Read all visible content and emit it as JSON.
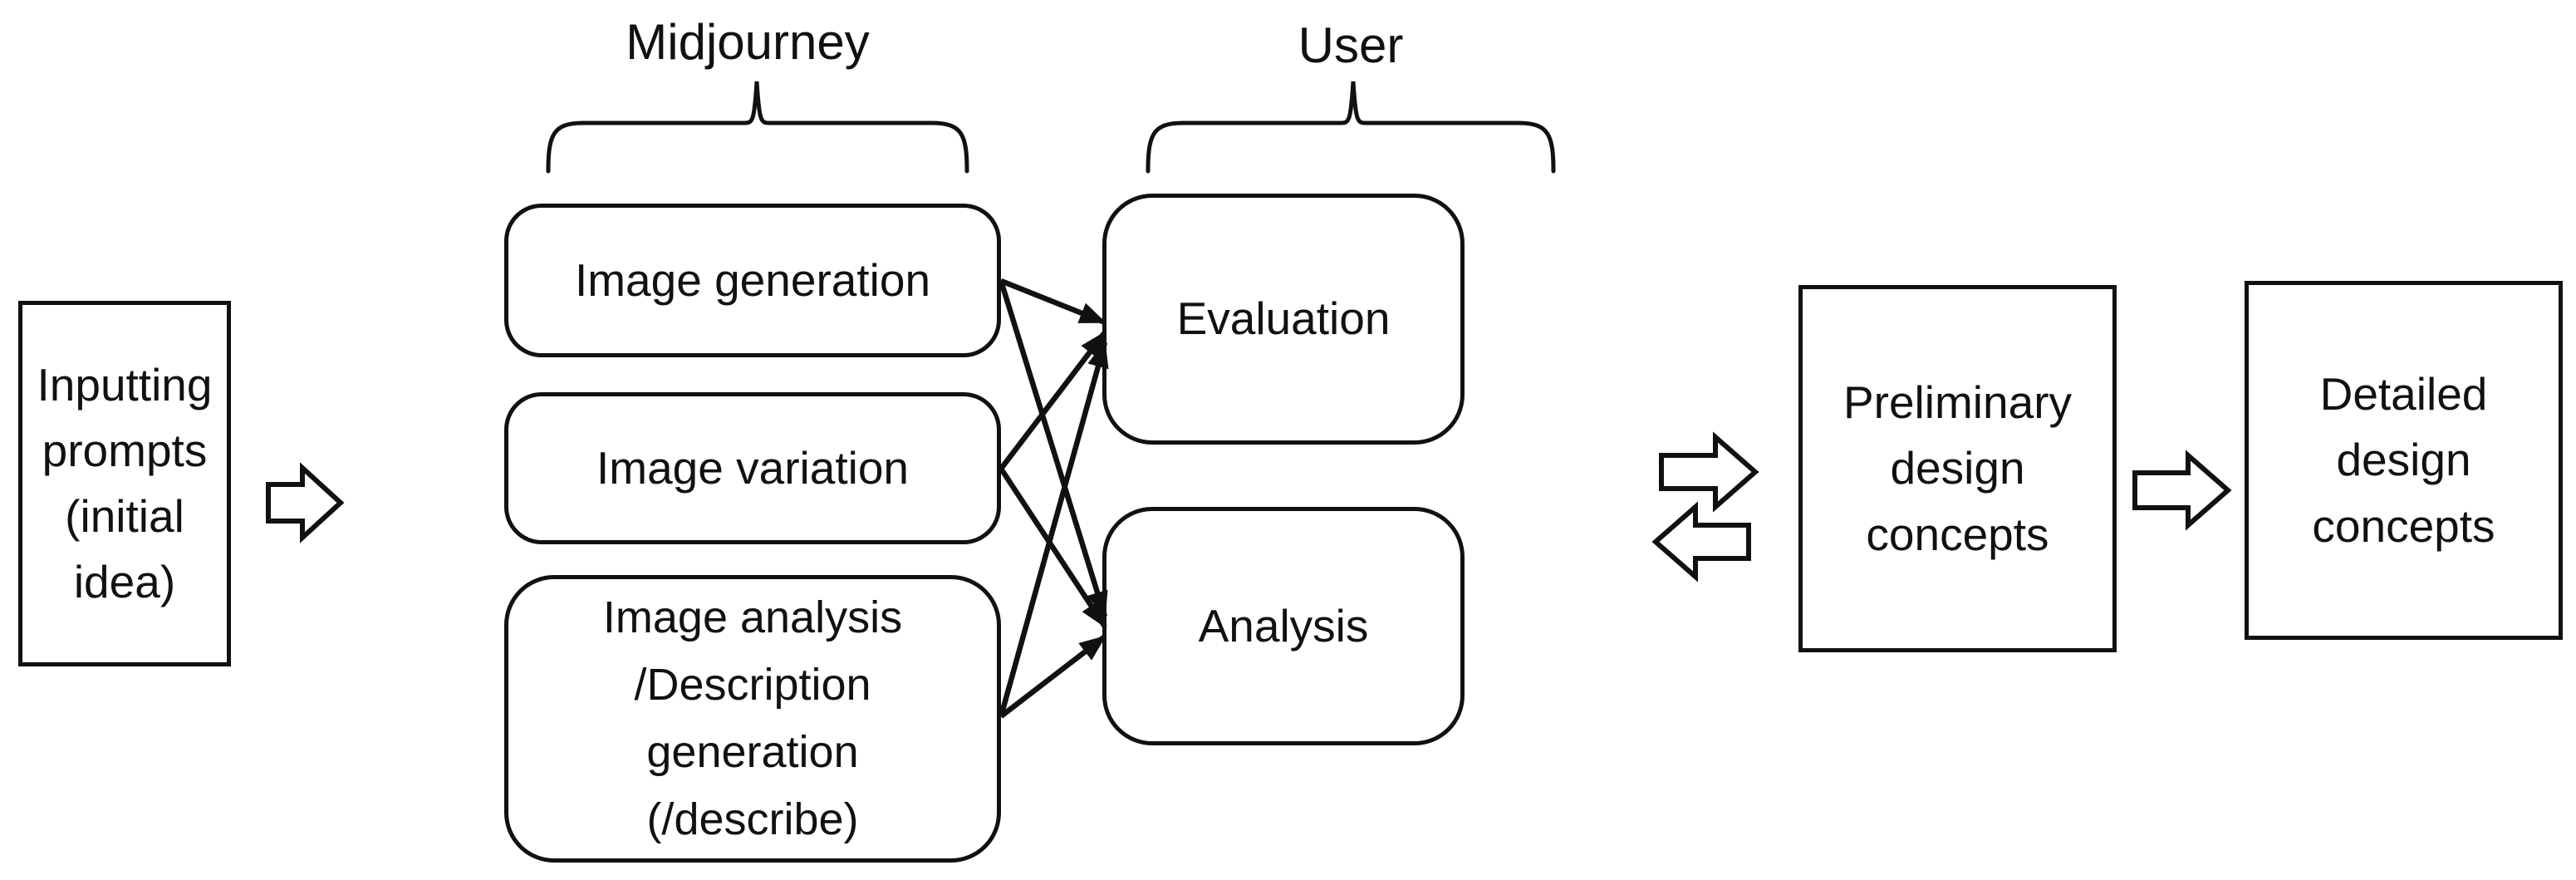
{
  "diagram": {
    "background_color": "#ffffff",
    "line_color": "#111111",
    "groups": {
      "midjourney": {
        "label": "Midjourney"
      },
      "user": {
        "label": "User"
      }
    },
    "nodes": {
      "input": {
        "label": "Inputting\nprompts\n(initial\nidea)",
        "shape": "rectangle"
      },
      "image_generation": {
        "label": "Image generation",
        "shape": "rounded"
      },
      "image_variation": {
        "label": "Image variation",
        "shape": "rounded"
      },
      "image_analysis": {
        "label": "Image analysis\n/Description\ngeneration\n(/describe)",
        "shape": "rounded"
      },
      "evaluation": {
        "label": "Evaluation",
        "shape": "rounded"
      },
      "analysis": {
        "label": "Analysis",
        "shape": "rounded"
      },
      "preliminary": {
        "label": "Preliminary\ndesign\nconcepts",
        "shape": "rectangle"
      },
      "detailed": {
        "label": "Detailed\ndesign\nconcepts",
        "shape": "rectangle"
      }
    },
    "edges": [
      {
        "from": "image_generation",
        "to": "evaluation",
        "style": "arrow"
      },
      {
        "from": "image_generation",
        "to": "analysis",
        "style": "arrow"
      },
      {
        "from": "image_variation",
        "to": "evaluation",
        "style": "arrow"
      },
      {
        "from": "image_variation",
        "to": "analysis",
        "style": "arrow"
      },
      {
        "from": "image_analysis",
        "to": "evaluation",
        "style": "arrow"
      },
      {
        "from": "image_analysis",
        "to": "analysis",
        "style": "arrow"
      }
    ],
    "flow_arrows": [
      {
        "from": "input",
        "to": "image_generation",
        "direction": "right",
        "type": "outline-block"
      },
      {
        "from": "user",
        "to": "preliminary",
        "direction": "right",
        "type": "outline-block"
      },
      {
        "from": "preliminary",
        "to": "user",
        "direction": "left",
        "type": "outline-block"
      },
      {
        "from": "preliminary",
        "to": "detailed",
        "direction": "right",
        "type": "outline-block"
      }
    ]
  }
}
